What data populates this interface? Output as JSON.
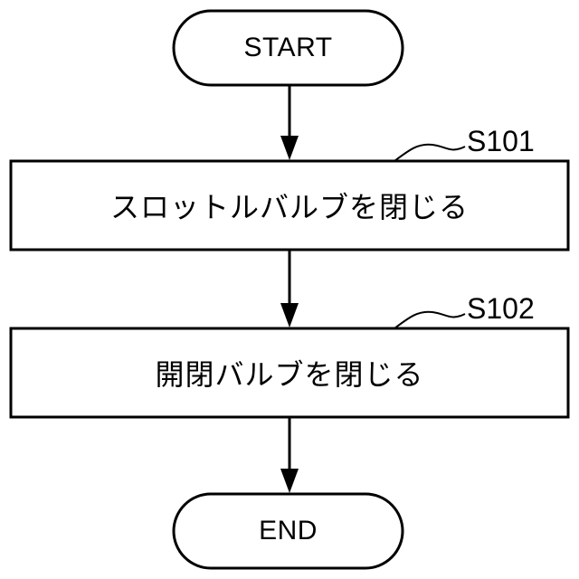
{
  "flowchart": {
    "start": {
      "label": "START"
    },
    "steps": [
      {
        "id": "S101",
        "label": "スロットルバルブを閉じる"
      },
      {
        "id": "S102",
        "label": "開閉バルブを閉じる"
      }
    ],
    "end": {
      "label": "END"
    }
  },
  "colors": {
    "line": "#000000",
    "fill": "#ffffff",
    "text": "#000000"
  }
}
